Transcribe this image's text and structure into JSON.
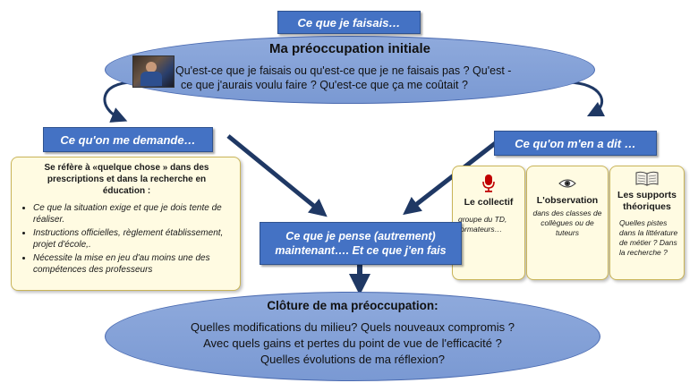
{
  "top_banner": "Ce que je faisais…",
  "top_ellipse": {
    "title": "Ma préoccupation initiale",
    "question_line1": "Qu'est-ce que je faisais ou qu'est-ce que je ne faisais pas ? Qu'est -",
    "question_line2": "ce que j'aurais voulu faire ? Qu'est-ce que ça me coûtait ?"
  },
  "left_banner": "Ce qu'on me demande…",
  "left_box": {
    "heading": "Se réfère à «quelque chose » dans des prescriptions et dans la recherche en éducation :",
    "items": [
      "Ce que la situation exige et que je dois tente de réaliser.",
      "Instructions officielles, règlement établissement, projet d'école,.",
      "Nécessite la mise en jeu d'au moins une des compétences des professeurs"
    ]
  },
  "center_box": {
    "line1": "Ce que je pense (autrement)",
    "line2": "maintenant…. Et ce que j'en fais"
  },
  "right_banner": "Ce qu'on m'en a dit …",
  "right_boxes": [
    {
      "icon": "microphone-icon",
      "title": "Le collectif",
      "detail": "groupe du TD, formateurs…"
    },
    {
      "icon": "eye-icon",
      "title": "L'observation",
      "detail": "dans des classes de collègues ou de tuteurs"
    },
    {
      "icon": "book-icon",
      "title": "Les supports théoriques",
      "detail": "Quelles pistes dans la littérature de métier ? Dans la recherche ?"
    }
  ],
  "bottom_ellipse": {
    "title": "Clôture de ma préoccupation:",
    "line1": "Quelles modifications du milieu? Quels nouveaux compromis ?",
    "line2": "Avec quels gains et pertes du point de vue de l'efficacité ?",
    "line3": "Quelles évolutions de ma réflexion?"
  },
  "colors": {
    "banner": "#4472c4",
    "ellipse": "#8faadc",
    "arrow": "#1f3864",
    "yellow_box": "#fffbe2",
    "mic": "#c00000"
  }
}
